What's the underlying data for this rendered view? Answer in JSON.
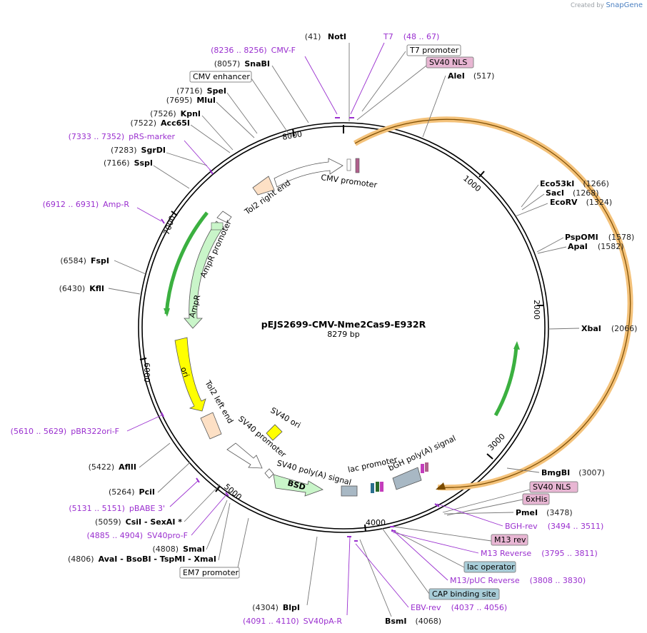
{
  "credit": {
    "prefix": "Created by",
    "brand": "SnapGene"
  },
  "plasmid": {
    "name": "pEJS2699-CMV-Nme2Cas9-E932R",
    "size_label": "8279 bp",
    "length": 8279
  },
  "ticks": [
    "1000",
    "2000",
    "3000",
    "4000",
    "5000",
    "6000",
    "7000",
    "8000"
  ],
  "enzyme_sites": [
    {
      "num": "(41)",
      "name": "NotI"
    },
    {
      "num": "(8057)",
      "name": "SnaBI"
    },
    {
      "num": "(7716)",
      "name": "SpeI"
    },
    {
      "num": "(7695)",
      "name": "MluI"
    },
    {
      "num": "(7526)",
      "name": "KpnI"
    },
    {
      "num": "(7522)",
      "name": "Acc65I"
    },
    {
      "num": "(7283)",
      "name": "SgrDI"
    },
    {
      "num": "(7166)",
      "name": "SspI"
    },
    {
      "num": "(6584)",
      "name": "FspI"
    },
    {
      "num": "(6430)",
      "name": "KflI"
    },
    {
      "num": "(5422)",
      "name": "AflII"
    },
    {
      "num": "(5264)",
      "name": "PciI"
    },
    {
      "num": "(5059)",
      "name": "CsiI - SexAI *"
    },
    {
      "num": "(4808)",
      "name": "SmaI"
    },
    {
      "num": "(4806)",
      "name": "AvaI - BsoBI - TspMI - XmaI"
    },
    {
      "num": "(4304)",
      "name": "BlpI"
    },
    {
      "num": "(4068)",
      "name": "BsmI"
    },
    {
      "num": "(517)",
      "name": "AleI"
    },
    {
      "num": "(1266)",
      "name": "Eco53kI"
    },
    {
      "num": "(1268)",
      "name": "SacI"
    },
    {
      "num": "(1324)",
      "name": "EcoRV"
    },
    {
      "num": "(1578)",
      "name": "PspOMI"
    },
    {
      "num": "(1582)",
      "name": "ApaI"
    },
    {
      "num": "(2066)",
      "name": "XbaI"
    },
    {
      "num": "(3007)",
      "name": "BmgBI"
    },
    {
      "num": "(3478)",
      "name": "PmeI"
    }
  ],
  "primers": [
    {
      "range": "(8236 .. 8256)",
      "name": "CMV-F"
    },
    {
      "range": "(48 .. 67)",
      "name": "T7"
    },
    {
      "range": "(7333 .. 7352)",
      "name": "pRS-marker"
    },
    {
      "range": "(6912 .. 6931)",
      "name": "Amp-R"
    },
    {
      "range": "(5610 .. 5629)",
      "name": "pBR322ori-F"
    },
    {
      "range": "(5131 .. 5151)",
      "name": "pBABE 3'"
    },
    {
      "range": "(4885 .. 4904)",
      "name": "SV40pro-F"
    },
    {
      "range": "(4091 .. 4110)",
      "name": "SV40pA-R"
    },
    {
      "range": "(4037 .. 4056)",
      "name": "EBV-rev"
    },
    {
      "range": "(3808 .. 3830)",
      "name": "M13/pUC Reverse"
    },
    {
      "range": "(3795 .. 3811)",
      "name": "M13 Reverse"
    },
    {
      "range": "(3494 .. 3511)",
      "name": "BGH-rev"
    }
  ],
  "boxed_features": [
    {
      "name": "T7 promoter"
    },
    {
      "name": "SV40 NLS"
    },
    {
      "name": "CMV enhancer"
    },
    {
      "name": "EM7 promoter"
    },
    {
      "name": "SV40 NLS"
    },
    {
      "name": "6xHis"
    },
    {
      "name": "M13 rev"
    },
    {
      "name": "lac operator"
    },
    {
      "name": "CAP binding site"
    }
  ],
  "inner_labels": {
    "cmv_promoter": "CMV promoter",
    "tol2_right": "Tol2 right end",
    "ampr_promoter": "AmpR promoter",
    "ampr": "AmpR",
    "ori": "ori",
    "tol2_left": "Tol2 left end",
    "sv40_promoter": "SV40 promoter",
    "sv40_ori": "SV40 ori",
    "sv40_polya": "SV40 poly(A) signal",
    "bsd": "BSD",
    "lac_promoter": "lac promoter",
    "bgh_polya": "bGH poly(A) signal"
  },
  "colors": {
    "backbone": "#000000",
    "enzyme_line": "#777777",
    "primer": "#9a2fcf",
    "cas9": "#f4c27a",
    "ampr": "#c9f5c9",
    "ori": "#ffff00",
    "tol2": "#fde0c5",
    "bsd": "#c9f5c9",
    "lacbox": "#a8b8c4",
    "nls_box": "#e8b6d3",
    "lac_operator_box": "#a8cdd8",
    "green_arrow": "#3bb040"
  }
}
